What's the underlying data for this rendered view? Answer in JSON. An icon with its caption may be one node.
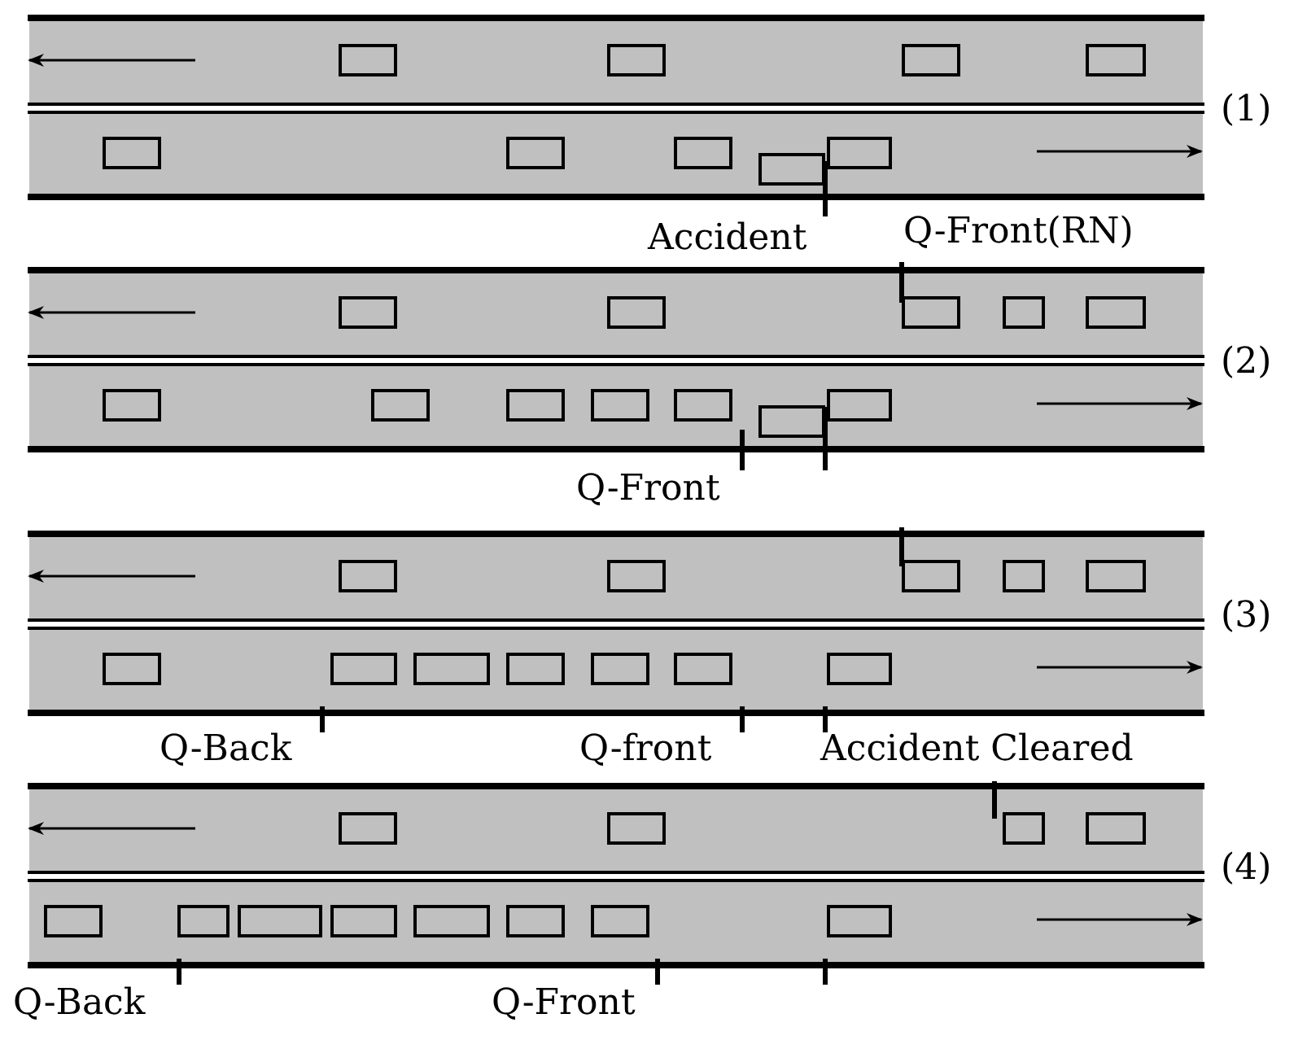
{
  "diagram": {
    "labels": [
      "(1)",
      "Accident",
      "Q-Front(RN)",
      "(2)",
      "Q-Front",
      "(3)",
      "Q-Back",
      "Q-front",
      "Accident Cleared",
      "(4)",
      "Q-Back",
      "Q-Front"
    ]
  }
}
